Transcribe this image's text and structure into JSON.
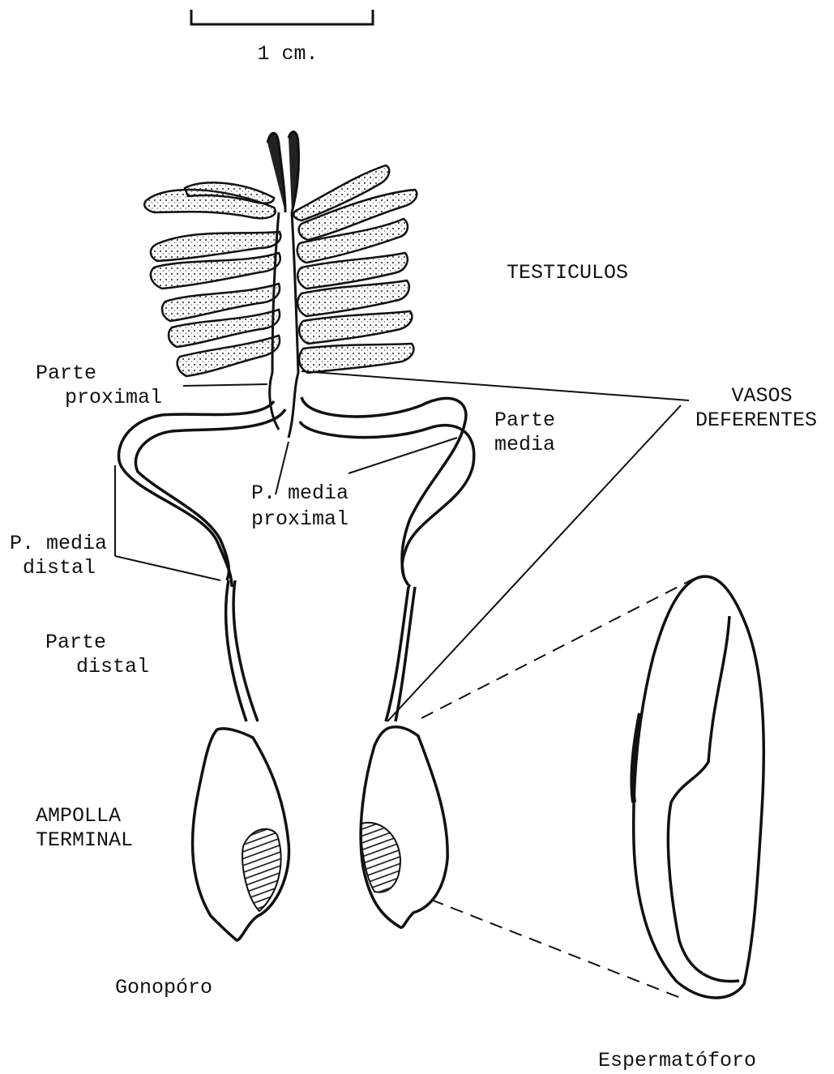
{
  "scale_bar": {
    "label": "1 cm."
  },
  "labels": {
    "testiculos": "TESTICULOS",
    "parte_proximal": [
      "Parte",
      "proximal"
    ],
    "vasos_deferentes": [
      "VASOS",
      "DEFERENTES"
    ],
    "parte_media": [
      "Parte",
      "media"
    ],
    "p_media_proximal": [
      "P. media",
      "proximal"
    ],
    "p_media_distal": [
      "P. media",
      "distal"
    ],
    "parte_distal": [
      "Parte",
      "distal"
    ],
    "ampolla_terminal": [
      "AMPOLLA",
      "TERMINAL"
    ],
    "gonoporo": "Gonopóro",
    "espermatoforo": "Espermatóforo"
  },
  "colors": {
    "ink": "#111111",
    "stipple": "#555555",
    "background": "#ffffff"
  }
}
